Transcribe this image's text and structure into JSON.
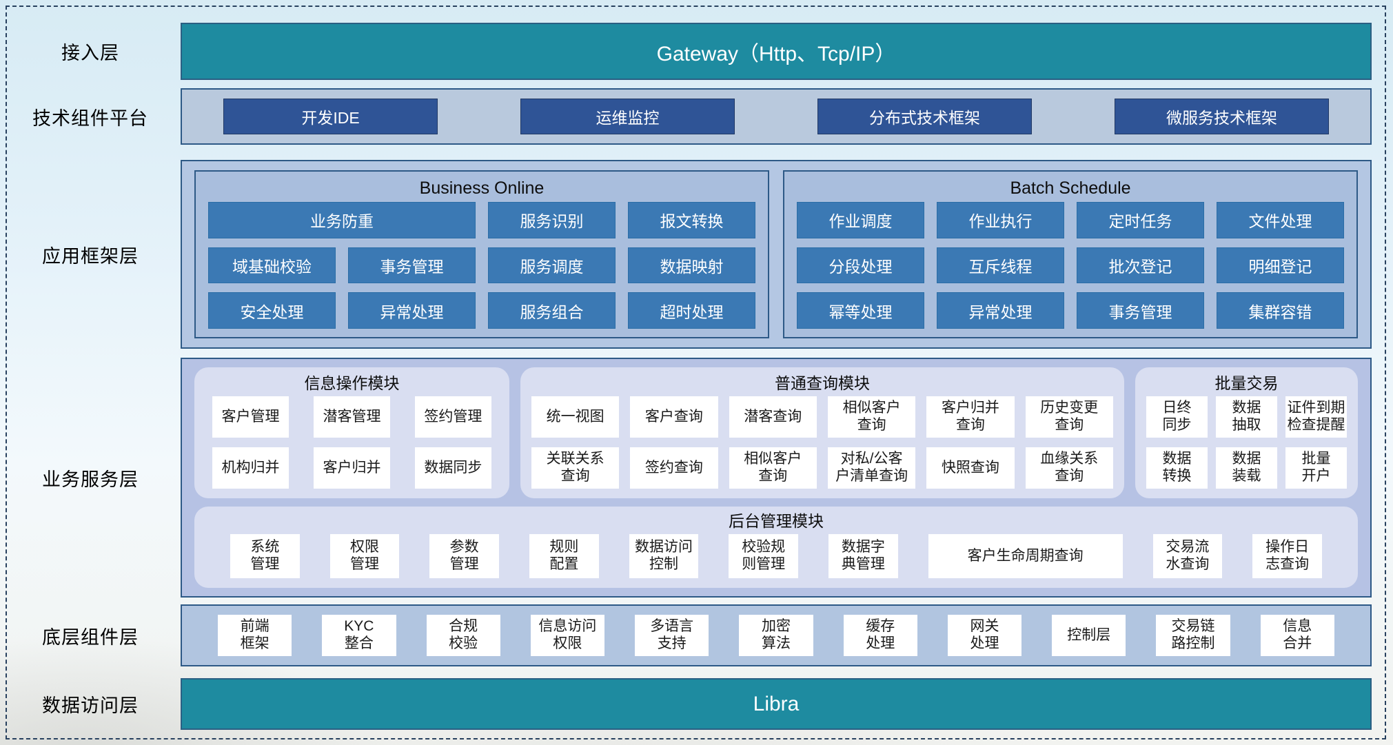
{
  "palette": {
    "teal_bar": "#1E8BA0",
    "teal_border": "#2B5F83",
    "dark_blue_button": "#2F5496",
    "medium_blue_button": "#3B79B4",
    "framework_panel_fill": "#A9BEDD",
    "framework_container_fill": "#B4C7E3",
    "service_container_fill": "#B6C2E4",
    "module_fill": "#D9DEF1",
    "container_border": "#2D5986",
    "box_fill": "#FFFFFF"
  },
  "access_layer": {
    "label": "接入层",
    "bar_text": "Gateway（Http、Tcp/IP）"
  },
  "tech_platform": {
    "label": "技术组件平台",
    "buttons": [
      "开发IDE",
      "运维监控",
      "分布式技术框架",
      "微服务技术框架"
    ]
  },
  "app_framework": {
    "label": "应用框架层",
    "panels": [
      {
        "title": "Business Online",
        "items": [
          "业务防重",
          "服务识别",
          "报文转换",
          "域基础校验",
          "事务管理",
          "服务调度",
          "数据映射",
          "安全处理",
          "异常处理",
          "服务组合",
          "超时处理"
        ]
      },
      {
        "title": "Batch Schedule",
        "items": [
          "作业调度",
          "作业执行",
          "定时任务",
          "文件处理",
          "分段处理",
          "互斥线程",
          "批次登记",
          "明细登记",
          "幂等处理",
          "异常处理",
          "事务管理",
          "集群容错"
        ]
      }
    ]
  },
  "business_service": {
    "label": "业务服务层",
    "modules": [
      {
        "title": "信息操作模块",
        "items": [
          "客户管理",
          "潜客管理",
          "签约管理",
          "机构归并",
          "客户归并",
          "数据同步"
        ]
      },
      {
        "title": "普通查询模块",
        "items": [
          "统一视图",
          "客户查询",
          "潜客查询",
          "相似客户\n查询",
          "客户归并\n查询",
          "历史变更\n查询",
          "关联关系\n查询",
          "签约查询",
          "相似客户\n查询",
          "对私/公客\n户清单查询",
          "快照查询",
          "血缘关系\n查询"
        ]
      },
      {
        "title": "批量交易",
        "items": [
          "日终\n同步",
          "数据\n抽取",
          "证件到期\n检查提醒",
          "数据\n转换",
          "数据\n装载",
          "批量\n开户"
        ]
      }
    ],
    "admin_module": {
      "title": "后台管理模块",
      "items": [
        "系统\n管理",
        "权限\n管理",
        "参数\n管理",
        "规则\n配置",
        "数据访问\n控制",
        "校验规\n则管理",
        "数据字\n典管理",
        "客户生命周期查询",
        "交易流\n水查询",
        "操作日\n志查询"
      ]
    }
  },
  "bottom_components": {
    "label": "底层组件层",
    "items": [
      "前端\n框架",
      "KYC\n整合",
      "合规\n校验",
      "信息访问\n权限",
      "多语言\n支持",
      "加密\n算法",
      "缓存\n处理",
      "网关\n处理",
      "控制层",
      "交易链\n路控制",
      "信息\n合并"
    ]
  },
  "data_access": {
    "label": "数据访问层",
    "bar_text": "Libra"
  }
}
